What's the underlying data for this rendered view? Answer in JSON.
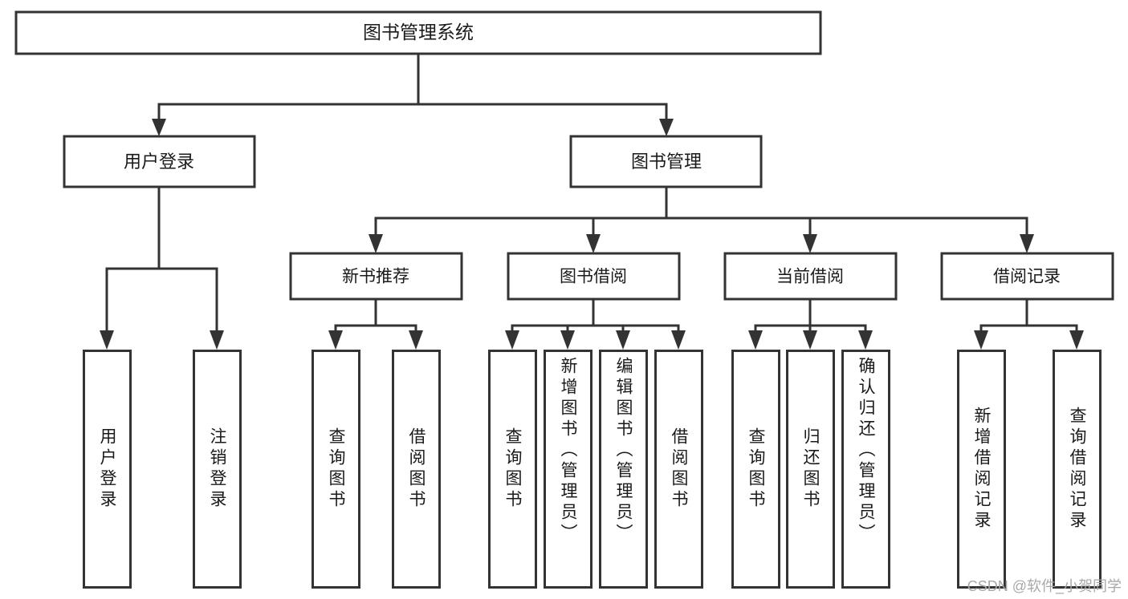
{
  "diagram": {
    "type": "hierarchy-tree",
    "title": "图书管理系统",
    "watermark": "CSDN @软件_小贺同学",
    "colors": {
      "stroke": "#333333",
      "fill": "#ffffff",
      "text": "#1a1a1a",
      "watermark": "#a8a8a8"
    },
    "levels": {
      "root": {
        "label": "图书管理系统"
      },
      "level2": [
        {
          "label": "用户登录"
        },
        {
          "label": "图书管理"
        }
      ],
      "level3": [
        {
          "label": "新书推荐"
        },
        {
          "label": "图书借阅"
        },
        {
          "label": "当前借阅"
        },
        {
          "label": "借阅记录"
        }
      ],
      "leaves": [
        {
          "label": "用户登录",
          "parent": "用户登录"
        },
        {
          "label": "注销登录",
          "parent": "用户登录"
        },
        {
          "label": "查询图书",
          "parent": "新书推荐"
        },
        {
          "label": "借阅图书",
          "parent": "新书推荐"
        },
        {
          "label": "查询图书",
          "parent": "图书借阅"
        },
        {
          "label": "新增图书（管理员）",
          "parent": "图书借阅"
        },
        {
          "label": "编辑图书（管理员）",
          "parent": "图书借阅"
        },
        {
          "label": "借阅图书",
          "parent": "图书借阅"
        },
        {
          "label": "查询图书",
          "parent": "当前借阅"
        },
        {
          "label": "归还图书",
          "parent": "当前借阅"
        },
        {
          "label": "确认归还（管理员）",
          "parent": "当前借阅"
        },
        {
          "label": "新增借阅记录",
          "parent": "借阅记录"
        },
        {
          "label": "查询借阅记录",
          "parent": "借阅记录"
        }
      ]
    }
  }
}
